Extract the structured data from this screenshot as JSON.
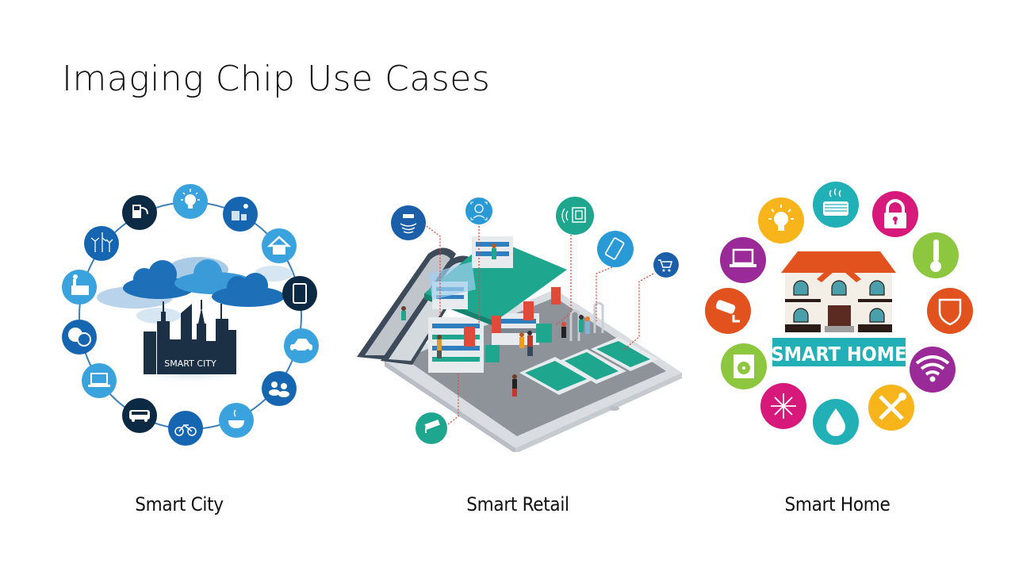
{
  "slide": {
    "title": "Imaging Chip Use Cases"
  },
  "use_cases": [
    {
      "caption": "Smart City",
      "graphic_label": "SMART CITY",
      "icons": [
        "fuel-station-icon",
        "lightbulb-icon",
        "solar-panel-icon",
        "home-icon",
        "tablet-icon",
        "car-icon",
        "people-icon",
        "coffee-cup-icon",
        "bicycle-icon",
        "bus-icon",
        "laptop-icon",
        "chat-bubbles-icon",
        "factory-icon",
        "wind-turbine-icon"
      ],
      "colors": {
        "dark": "#0d2a45",
        "mid": "#1565b0",
        "light": "#3aa3de",
        "skyline": "#1b2f45"
      }
    },
    {
      "caption": "Smart Retail",
      "icons": [
        "security-sensor-icon",
        "face-recognition-icon",
        "rfid-tag-icon",
        "mobile-payment-icon",
        "shopping-cart-icon",
        "cctv-camera-icon"
      ],
      "colors": {
        "blue": "#1a5fa8",
        "light_blue": "#2a9ad6",
        "teal": "#1fa68e",
        "accent_red": "#e04a3a"
      }
    },
    {
      "caption": "Smart Home",
      "graphic_label": "SMART HOME",
      "icons": [
        "heater-icon",
        "padlock-icon",
        "thermometer-icon",
        "shield-icon",
        "wifi-icon",
        "tools-icon",
        "water-drop-icon",
        "snowflake-icon",
        "fan-icon",
        "security-camera-icon",
        "laptop-icon",
        "lightbulb-icon"
      ],
      "colors": {
        "teal": "#21b0b6",
        "magenta": "#d6197a",
        "green": "#8dc63f",
        "orange": "#e2521f",
        "purple": "#9b2a99",
        "yellow": "#f7b51b",
        "roof": "#e2521f"
      }
    }
  ]
}
